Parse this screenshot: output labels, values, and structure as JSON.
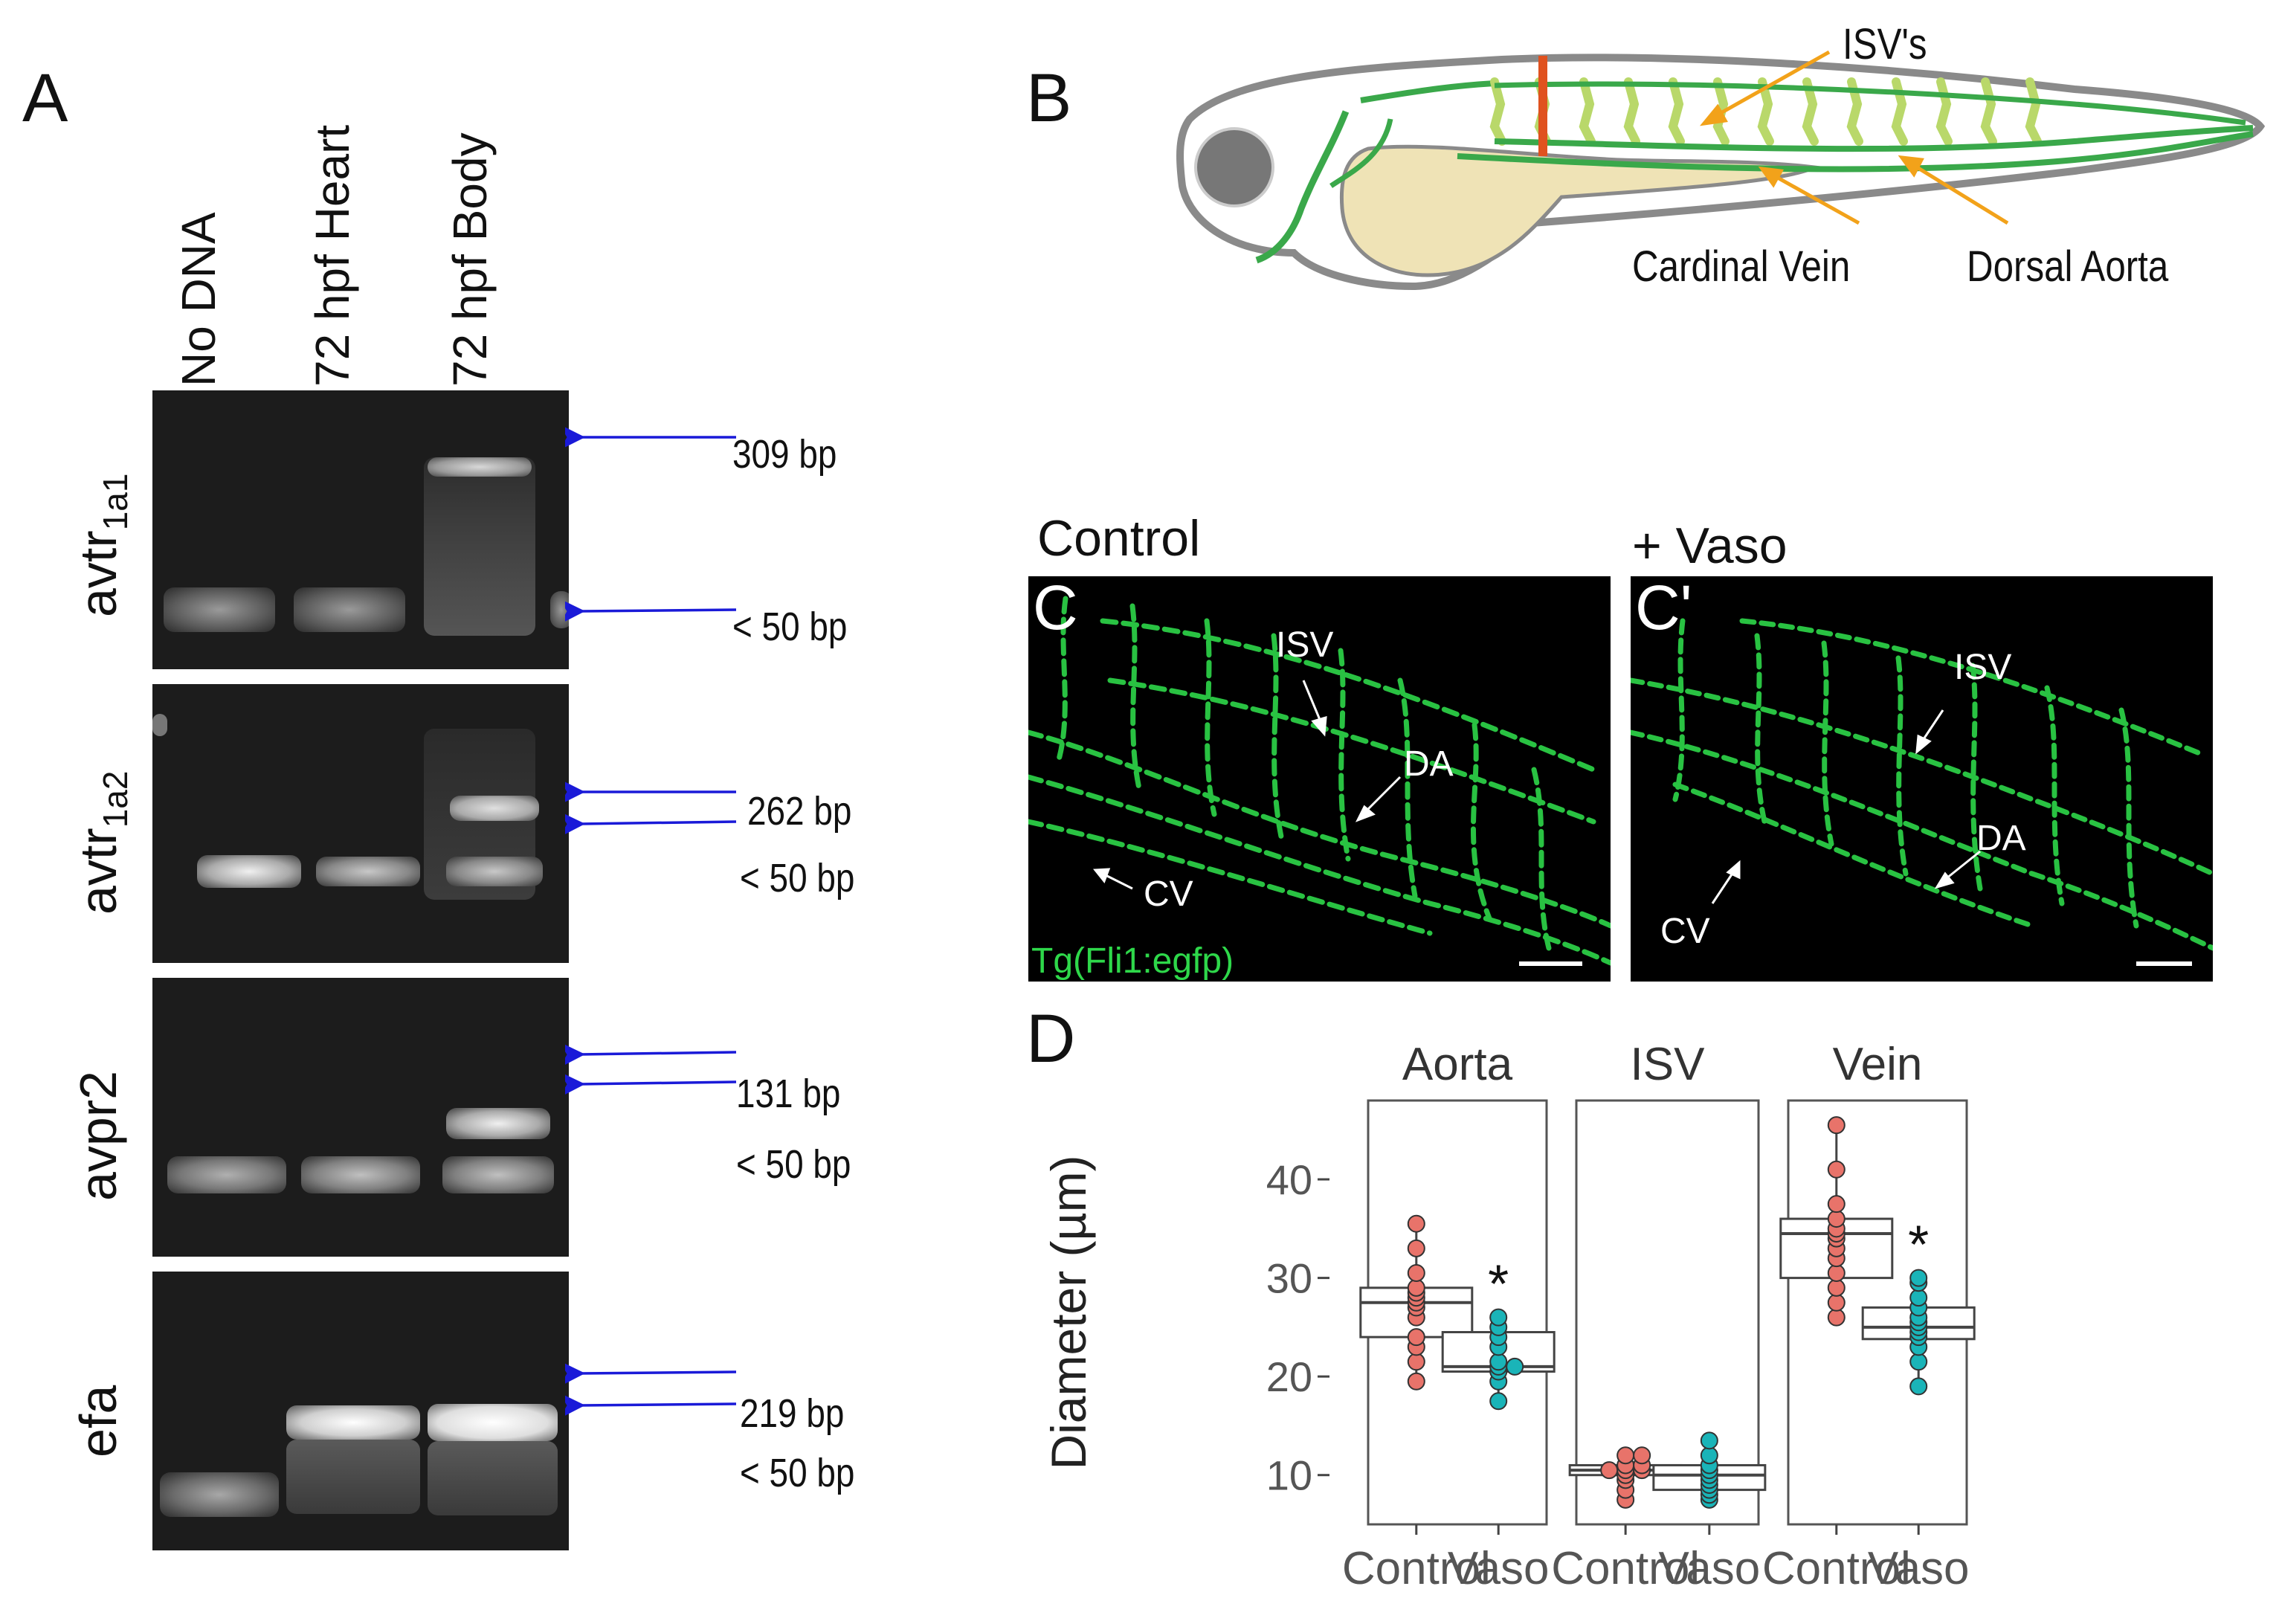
{
  "panelA": {
    "letter": "A",
    "lanes": [
      "No DNA",
      "72 hpf Heart",
      "72 hpf Body"
    ],
    "gels": [
      {
        "gene_main": "avtr",
        "gene_sub": "1a1",
        "markers": [
          "309 bp",
          "< 50 bp"
        ]
      },
      {
        "gene_main": "avtr",
        "gene_sub": "1a2",
        "markers": [
          "262 bp",
          "< 50 bp"
        ]
      },
      {
        "gene_main": "avpr2",
        "gene_sub": "",
        "markers": [
          "131 bp",
          "< 50 bp"
        ]
      },
      {
        "gene_main": "efa",
        "gene_sub": "",
        "markers": [
          "219 bp",
          "< 50 bp"
        ]
      }
    ],
    "arrow_color": "#1a1ad8"
  },
  "panelB": {
    "letter": "B",
    "labels": {
      "isv": "ISV's",
      "cardinal_vein": "Cardinal Vein",
      "dorsal_aorta": "Dorsal Aorta"
    },
    "colors": {
      "vessel": "#3aa84a",
      "isv": "#b9d86a",
      "yolk": "#efe3b6",
      "eye": "#777777",
      "cut": "#e0521f",
      "arrow": "#f2a21a"
    }
  },
  "panelC": {
    "control_title": "Control",
    "vaso_title": "+ Vaso",
    "left": {
      "letter": "C",
      "isv": "ISV",
      "da": "DA",
      "cv": "CV",
      "transgene": "Tg(Fli1:egfp)"
    },
    "right": {
      "letter": "C'",
      "isv": "ISV",
      "da": "DA",
      "cv": "CV"
    },
    "colors": {
      "egfp": "#2ed84a"
    }
  },
  "panelD": {
    "letter": "D"
  },
  "chart_data": {
    "type": "box",
    "ylabel": "Diameter (µm)",
    "ylim": [
      5,
      48
    ],
    "yticks": [
      10,
      20,
      30,
      40
    ],
    "facets": [
      "Aorta",
      "ISV",
      "Vein"
    ],
    "groups": [
      "Control",
      "Vaso"
    ],
    "colors": {
      "Control": "#e8736a",
      "Vaso": "#1ab4b8"
    },
    "annotations": [
      {
        "facet": "Aorta",
        "group": "Vaso",
        "text": "*"
      },
      {
        "facet": "Vein",
        "group": "Vaso",
        "text": "*"
      }
    ],
    "series": [
      {
        "facet": "Aorta",
        "group": "Control",
        "box": {
          "min": 19.5,
          "q1": 24,
          "median": 27.5,
          "q3": 29,
          "max": 35.5
        },
        "points": [
          19.5,
          21.5,
          23,
          24,
          26,
          27,
          27.5,
          28,
          28.5,
          29,
          30.5,
          33,
          35.5
        ]
      },
      {
        "facet": "Aorta",
        "group": "Vaso",
        "box": {
          "min": 17.5,
          "q1": 20.5,
          "median": 21,
          "q3": 24.5,
          "max": 26
        },
        "points": [
          17.5,
          19.5,
          20.5,
          21,
          21,
          21.5,
          23,
          24,
          25,
          26
        ]
      },
      {
        "facet": "ISV",
        "group": "Control",
        "box": {
          "min": 7.5,
          "q1": 10,
          "median": 10.5,
          "q3": 11,
          "max": 12
        },
        "points": [
          7.5,
          8.5,
          9.5,
          10,
          10.5,
          10.5,
          10.5,
          11,
          11,
          12,
          12
        ]
      },
      {
        "facet": "ISV",
        "group": "Vaso",
        "box": {
          "min": 7.5,
          "q1": 8.5,
          "median": 10,
          "q3": 11,
          "max": 13.5
        },
        "points": [
          7.5,
          8,
          8.5,
          9,
          9.5,
          10,
          10.5,
          11,
          12,
          13.5
        ]
      },
      {
        "facet": "Vein",
        "group": "Control",
        "box": {
          "min": 26,
          "q1": 30,
          "median": 34.5,
          "q3": 36,
          "max": 45.5
        },
        "points": [
          26,
          27.5,
          29,
          30.5,
          32,
          33,
          34,
          34.5,
          35,
          36,
          37.5,
          41,
          45.5
        ]
      },
      {
        "facet": "Vein",
        "group": "Vaso",
        "box": {
          "min": 19,
          "q1": 23.8,
          "median": 25,
          "q3": 27,
          "max": 30
        },
        "points": [
          19,
          21.5,
          23,
          24,
          24.5,
          25,
          25.5,
          26,
          27,
          28,
          29.5,
          30
        ]
      }
    ]
  }
}
